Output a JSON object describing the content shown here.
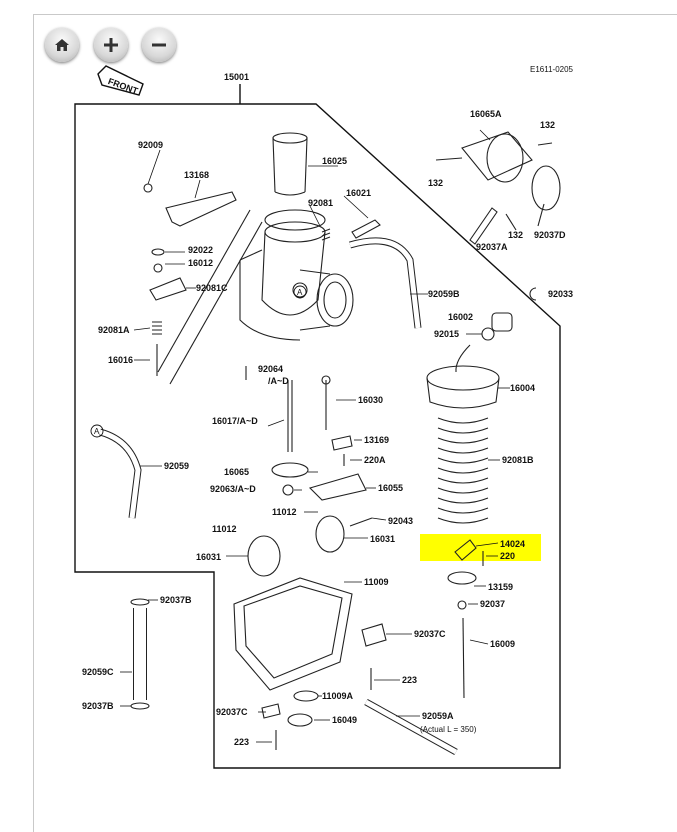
{
  "toolbar": {
    "home_icon": "home-icon",
    "zoom_in_icon": "plus-icon",
    "zoom_out_icon": "minus-icon"
  },
  "diagram": {
    "code": "E1611-0205",
    "front_label": "FRONT",
    "highlight_color": "#ffff00",
    "parts": {
      "p15001": "15001",
      "p16065A": "16065A",
      "p132a": "132",
      "p132b": "132",
      "p132c": "132",
      "p92009": "92009",
      "p13168": "13168",
      "p16025": "16025",
      "p16021": "16021",
      "p92081": "92081",
      "p92022": "92022",
      "p16012": "16012",
      "p92081C": "92081C",
      "p92059B": "92059B",
      "p92037A": "92037A",
      "p92037D": "92037D",
      "p92033": "92033",
      "p92081A": "92081A",
      "p16016": "16016",
      "p16002": "16002",
      "p92015": "92015",
      "p92064": "92064",
      "pAD1": "/A~D",
      "p16030": "16030",
      "p16004": "16004",
      "p16017": "16017/A~D",
      "p13169": "13169",
      "p92059": "92059",
      "p220A": "220A",
      "p16065": "16065",
      "p92063": "92063/A~D",
      "p16055": "16055",
      "p92081B": "92081B",
      "p11012a": "11012",
      "p92043": "92043",
      "p11012b": "11012",
      "p16031a": "16031",
      "p14024": "14024",
      "p220": "220",
      "p16031b": "16031",
      "p11009": "11009",
      "p13159": "13159",
      "p92037B1": "92037B",
      "p92037": "92037",
      "p92037C1": "92037C",
      "p16009": "16009",
      "p92059C": "92059C",
      "p223a": "223",
      "p92037B2": "92037B",
      "p11009A": "11009A",
      "p92037C2": "92037C",
      "p16049": "16049",
      "p92059A": "92059A",
      "pActual": "(Actual L = 350)",
      "p223b": "223",
      "pA1": "A",
      "pA2": "A"
    }
  }
}
